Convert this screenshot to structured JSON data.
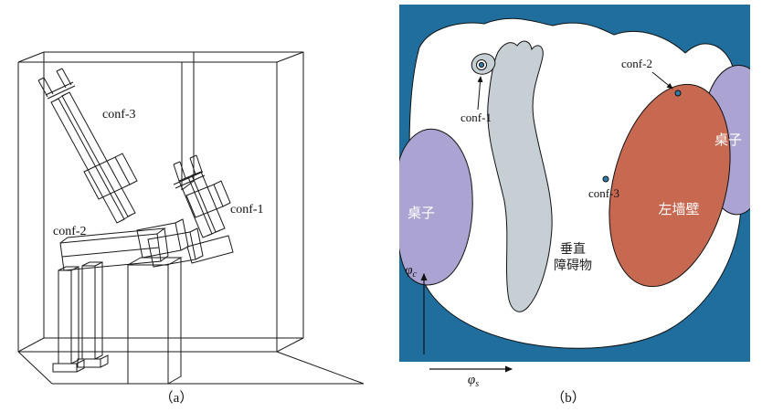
{
  "figure": {
    "caption_a": "（a）",
    "caption_b": "（b）"
  },
  "panel_a": {
    "labels": {
      "conf3": "conf-3",
      "conf1": "conf-1",
      "conf2": "conf-2"
    }
  },
  "panel_b": {
    "labels": {
      "conf1": "conf-1",
      "conf2": "conf-2",
      "conf3": "conf-3",
      "table_left": "桌子",
      "table_right": "桌子",
      "left_wall": "左墙壁",
      "obstacle_line1": "垂直",
      "obstacle_line2": "障碍物"
    },
    "axes": {
      "y_base": "φ",
      "y_sub": "c",
      "x_base": "φ",
      "x_sub": "s"
    },
    "colors": {
      "background": "#1f6e9e",
      "free_space": "#ffffff",
      "table": "#aba4d2",
      "wall": "#c76851",
      "obstacle": "#c6d0d4",
      "point": "#2e7ca8"
    }
  }
}
